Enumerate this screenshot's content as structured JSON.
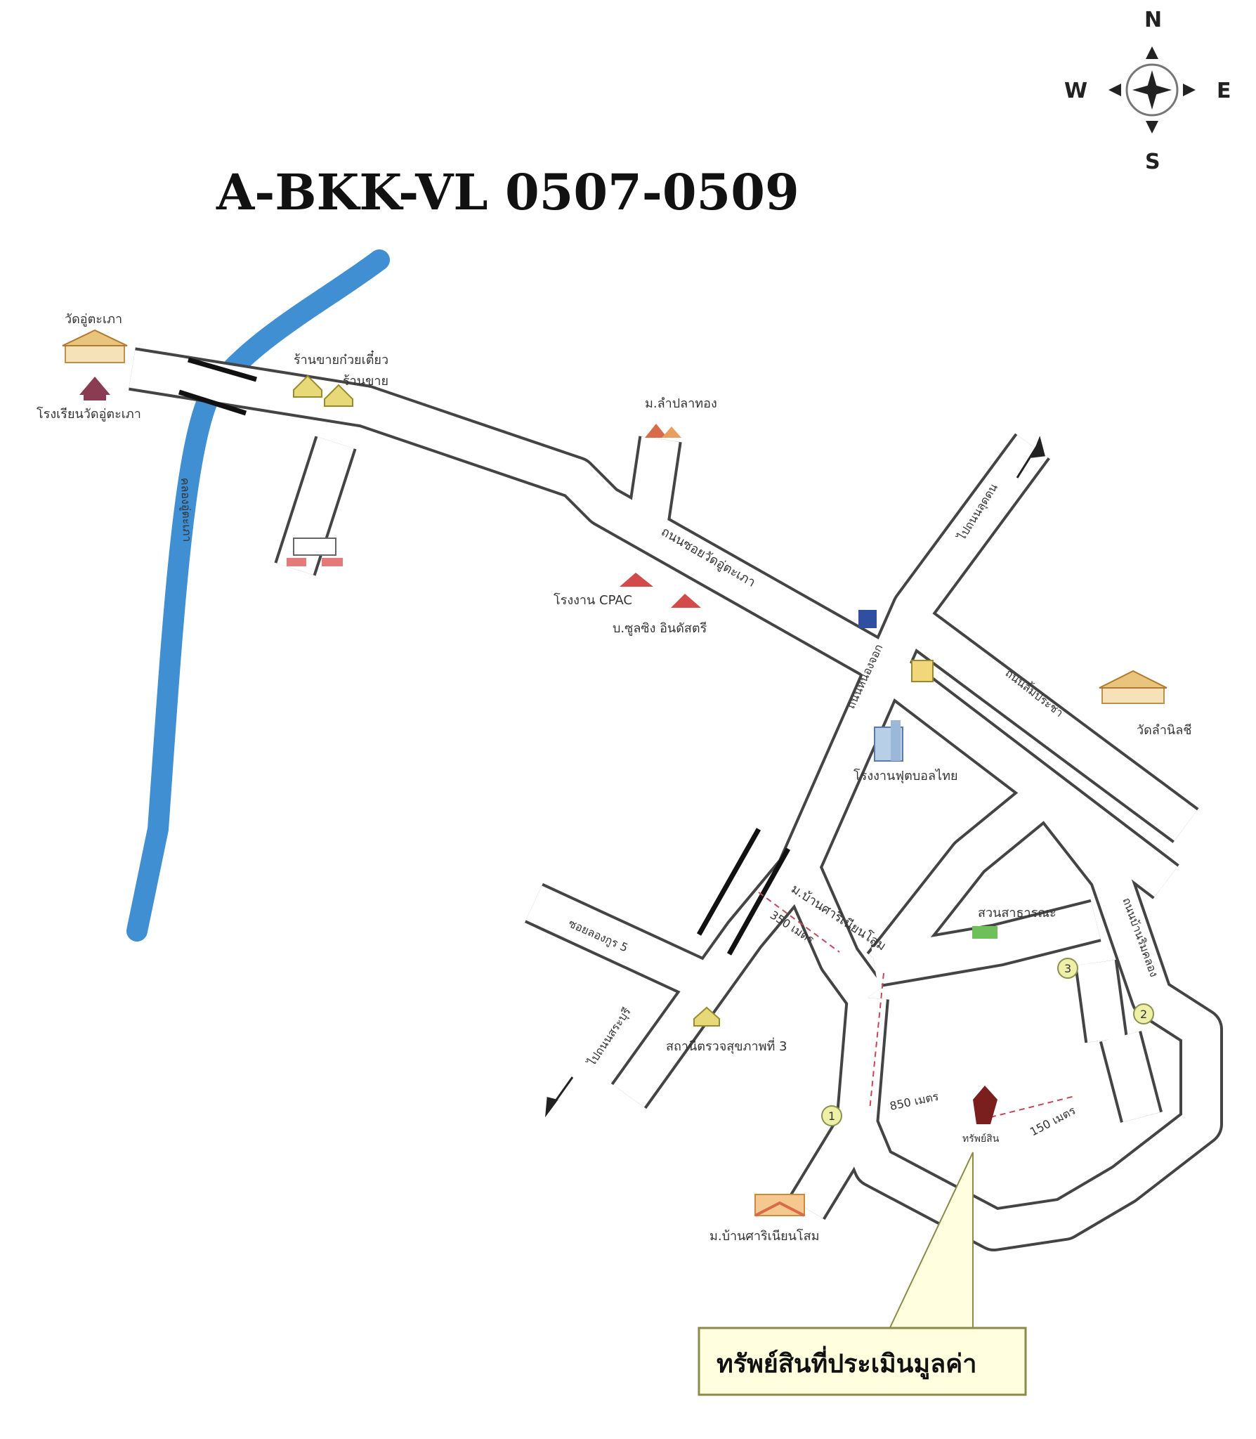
{
  "title": "A-BKK-VL 0507-0509",
  "compass": {
    "n": "N",
    "s": "S",
    "e": "E",
    "w": "W"
  },
  "colors": {
    "river": "#3f8fd2",
    "road_fill": "#ffffff",
    "road_edge": "#444444",
    "bridge": "#111111",
    "callout_fill": "#ffffe0",
    "callout_border": "#8a8a4a",
    "distance_marker": "#c4475b",
    "subject_marker": "#7a1e1e",
    "route_badge": "#eef0a8"
  },
  "landmarks": {
    "temple_nw": "วัดอู่ตะเภา",
    "school_nw": "โรงเรียนวัดอู่ตะเภา",
    "shop_houses": "ร้านขายก๋วยเตี๋ยว",
    "shop_houses_2": "ร้านขาย",
    "village_north": "ม.ลำปลาทอง",
    "factory_crpc": "โรงงาน CPAC",
    "company_mid": "บ.ซูลซิง อินดัสตรี",
    "factory_east": "โรงงานฟุตบอลไทย",
    "temple_east": "วัดลำนิลชี",
    "village_sri": "ม.บ้านศาริเนียนโสม",
    "park": "สวนสาธารณะ",
    "rest_area": "สถานีตรวจสุขภาพที่ 3",
    "village_south": "ม.บ้านศาริเนียนโสม",
    "subject": "ทรัพย์สิน"
  },
  "roads": {
    "main_road": "ถนนซอยวัดอู่ตะเภา",
    "river_name": "คลองอู่ตะเภา",
    "to_north": "ไปถนนลุดดน",
    "cross_road": "ถนนหนองจอก",
    "east_road": "ถนนลิ้มประชา",
    "soi": "ซอยลองกูร 5",
    "to_southwest": "ไปถนนสระบุรี",
    "village_road": "ถนนบ้านริมคลอง"
  },
  "route_badges": [
    "1",
    "2",
    "3"
  ],
  "distances": {
    "d1": "350 เมตร",
    "d2": "850 เมตร",
    "d3": "150 เมตร"
  },
  "callout": "ทรัพย์สินที่ประเมินมูลค่า"
}
